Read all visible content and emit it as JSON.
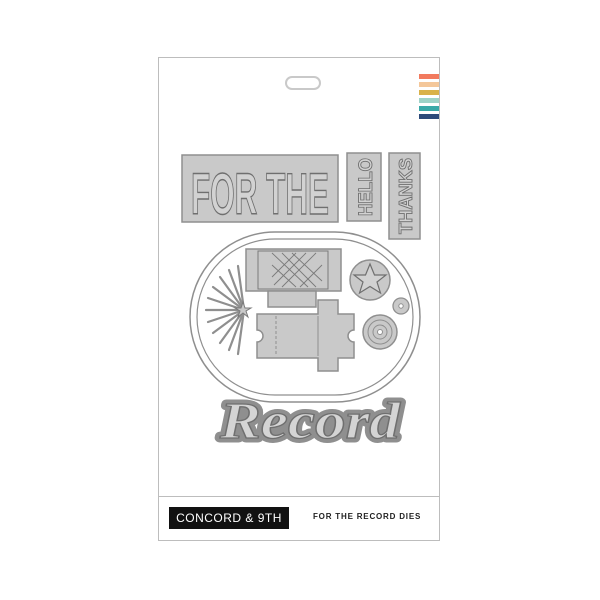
{
  "package": {
    "stripe_colors": [
      "#f27a5e",
      "#f4c79a",
      "#d9b24a",
      "#9ed3c8",
      "#3aa9a8",
      "#2d4a7a"
    ]
  },
  "dies": {
    "banner_text": "FOR THE",
    "tag_hello": "HELLO",
    "tag_thanks": "THANKS",
    "record_word": "Record"
  },
  "footer": {
    "brand": "CONCORD & 9TH",
    "product_name": "FOR THE RECORD DIES"
  }
}
